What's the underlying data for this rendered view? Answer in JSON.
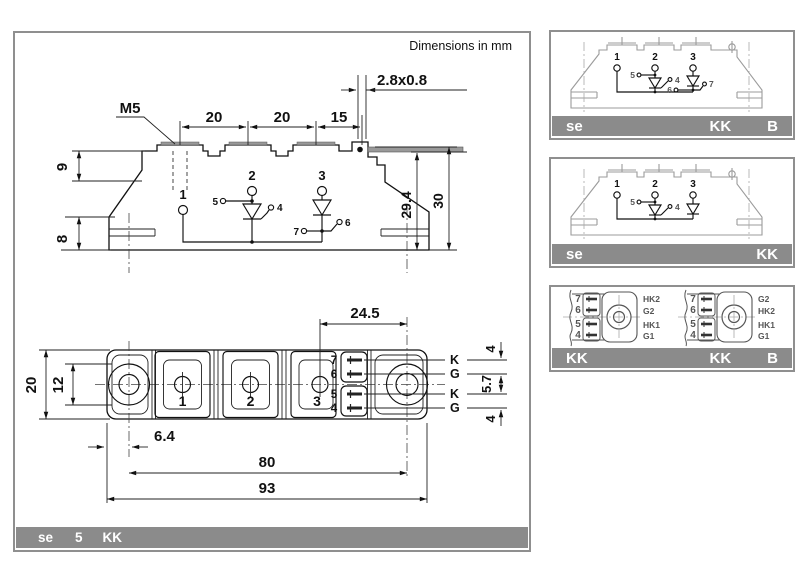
{
  "note": "Dimensions in mm",
  "colors": {
    "bar_gray": "#8b8b8b",
    "border_gray": "#8f8f8f",
    "line": "#111111",
    "ghost_outline": "#9b9b9b"
  },
  "main": {
    "footer": {
      "left": "se",
      "mid": "5",
      "right": "KK"
    },
    "side": {
      "m5": "M5",
      "pitch_a": "20",
      "pitch_b": "20",
      "pitch_c": "15",
      "tab": "2.8x0.8",
      "h9": "9",
      "h8": "8",
      "h294": "29.4",
      "h30": "30",
      "t1": "1",
      "t2": "2",
      "t3": "3",
      "p4": "4",
      "p5": "5",
      "p6": "6",
      "p7": "7"
    },
    "bottom": {
      "w245": "24.5",
      "w20": "20",
      "w12": "12",
      "w64": "6.4",
      "w80": "80",
      "w93": "93",
      "d4a": "4",
      "d57": "5.7",
      "d4b": "4",
      "t1": "1",
      "t2": "2",
      "t3": "3",
      "pin7": "7",
      "pin6": "6",
      "pin5": "5",
      "pin4": "4",
      "k1": "K",
      "g1": "G",
      "k2": "K",
      "g2": "G"
    }
  },
  "panel1": {
    "footer": {
      "left": "se",
      "r1": "KK",
      "r2": "B"
    },
    "t1": "1",
    "t2": "2",
    "t3": "3",
    "p4": "4",
    "p5": "5",
    "p6": "6",
    "p7": "7"
  },
  "panel2": {
    "footer": {
      "left": "se",
      "r1": "KK"
    },
    "t1": "1",
    "t2": "2",
    "t3": "3",
    "p4": "4",
    "p5": "5"
  },
  "panel3": {
    "footer": {
      "left": "KK",
      "r1": "KK",
      "r2": "B"
    },
    "pins": [
      "7",
      "6",
      "5",
      "4"
    ],
    "left_labels": [
      "HK2",
      "G2",
      "HK1",
      "G1"
    ],
    "right_labels": [
      "G2",
      "HK2",
      "HK1",
      "G1"
    ]
  }
}
